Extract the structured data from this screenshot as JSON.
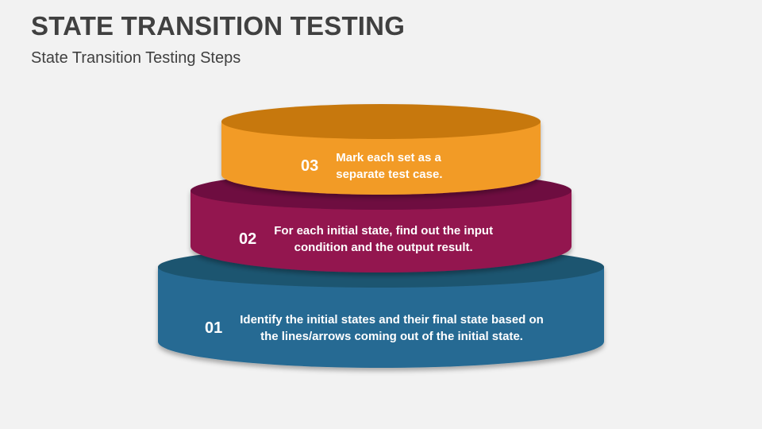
{
  "header": {
    "title": "STATE TRANSITION TESTING",
    "subtitle": "State Transition Testing Steps"
  },
  "colors": {
    "background": "#f2f2f2",
    "title_text": "#404040",
    "tier1_side": "#276b93",
    "tier1_top": "#1f5470",
    "tier2_side": "#93154f",
    "tier2_top": "#6e0f3f",
    "tier3_side": "#f29b28",
    "tier3_top": "#c7780c",
    "tier_text": "#ffffff"
  },
  "steps": [
    {
      "number": "01",
      "text_line1": "Identify the initial states and their final state based on",
      "text_line2": "the lines/arrows coming out of the initial state."
    },
    {
      "number": "02",
      "text_line1": "For each initial state, find out the input",
      "text_line2": "condition and the output result."
    },
    {
      "number": "03",
      "text_line1": "Mark each set as a",
      "text_line2": "separate test case."
    }
  ]
}
